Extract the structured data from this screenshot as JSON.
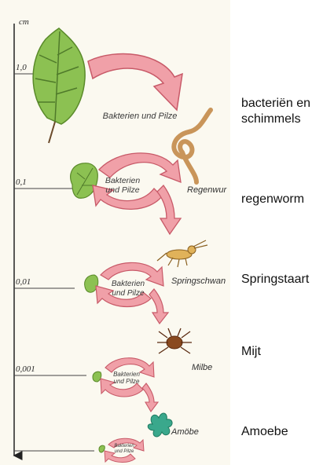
{
  "scale": {
    "unit": "cm",
    "ticks": [
      "1,0",
      "0,1",
      "0,01",
      "0,001"
    ]
  },
  "levels": [
    {
      "process_label": "Bakterien und Pilze",
      "organism_de": "",
      "organism_nl": "bacteriën en schimmels"
    },
    {
      "process_label": "Bakterien und Pilze",
      "organism_de": "Regenwur",
      "organism_nl": "regenworm"
    },
    {
      "process_label": "Bakterien und Pilze",
      "organism_de": "Springschwan",
      "organism_nl": "Springstaart"
    },
    {
      "process_label": "Bakterien und Pilze",
      "organism_de": "Milbe",
      "organism_nl": "Mijt"
    },
    {
      "process_label": "Bakterien und Pilze",
      "organism_de": "Amöbe",
      "organism_nl": "Amoebe"
    }
  ],
  "colors": {
    "arrow_fill": "#f0a0a8",
    "arrow_stroke": "#c85a68",
    "leaf_fill": "#8cc152",
    "leaf_vein": "#4f7a2a",
    "worm": "#c9955a",
    "springtail": "#e0b25a",
    "mite": "#8a4a20",
    "amoeba": "#3aa88c"
  }
}
